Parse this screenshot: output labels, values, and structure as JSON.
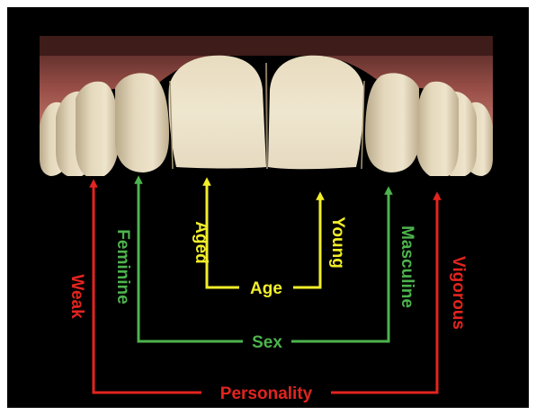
{
  "photo": {
    "subject": "maxillary anterior teeth"
  },
  "colors": {
    "background": "#000000",
    "frame": "#ffffff",
    "age": "#f2ee2a",
    "sex": "#4db34d",
    "personality": "#e3241f"
  },
  "labels": {
    "age_center": "Age",
    "age_left": "Aged",
    "age_right": "Young",
    "sex_center": "Sex",
    "sex_left": "Feminine",
    "sex_right": "Masculine",
    "personality_center": "Personality",
    "personality_left": "Weak",
    "personality_right": "Vigorous"
  }
}
